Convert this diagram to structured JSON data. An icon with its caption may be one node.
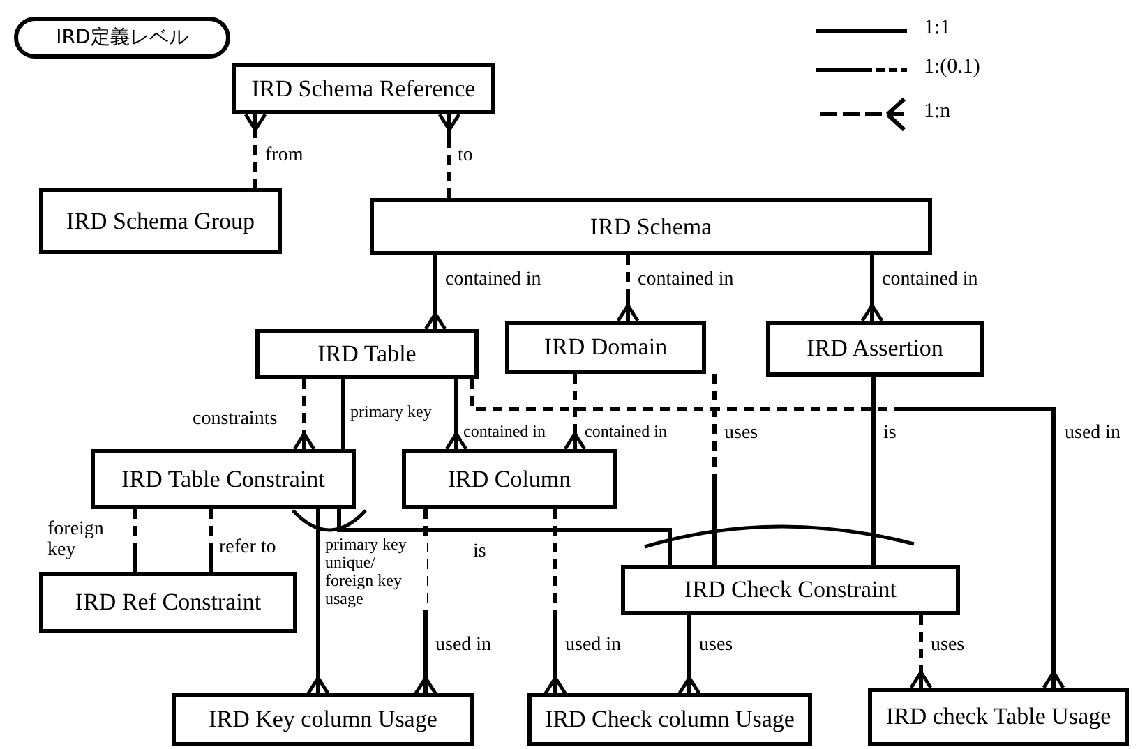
{
  "diagram": {
    "nodes": [
      {
        "text": [
          "IRD定義レベル"
        ]
      },
      {
        "text": [
          "IRD Schema Reference"
        ]
      },
      {
        "text": [
          "IRD Schema Group"
        ]
      },
      {
        "text": [
          "IRD Schema"
        ]
      },
      {
        "text": [
          "IRD Table"
        ]
      },
      {
        "text": [
          "IRD Domain"
        ]
      },
      {
        "text": [
          "IRD Assertion"
        ]
      },
      {
        "text": [
          "IRD Table Constraint"
        ]
      },
      {
        "text": [
          "IRD Column"
        ]
      },
      {
        "text": [
          "IRD Ref Constraint"
        ]
      },
      {
        "text": [
          "IRD Check Constraint"
        ]
      },
      {
        "text": [
          "IRD Key column Usage"
        ]
      },
      {
        "text": [
          "IRD Check column Usage"
        ]
      },
      {
        "text": [
          "IRD check Table Usage"
        ]
      }
    ],
    "edges": [
      {
        "from": 2,
        "to": 1,
        "arrow": "other",
        "label": "from",
        "style": "dashed"
      },
      {
        "from": 3,
        "to": 1,
        "arrow": "other",
        "label": "to",
        "style": "dashed"
      },
      {
        "from": 3,
        "to": 4,
        "arrow": "other",
        "label": "contained in"
      },
      {
        "from": 3,
        "to": 5,
        "arrow": "other",
        "label": "contained in",
        "style": "dashed"
      },
      {
        "from": 3,
        "to": 6,
        "arrow": "other",
        "label": "contained in"
      },
      {
        "from": 4,
        "to": 7,
        "arrow": "other",
        "label": "constraints",
        "style": "dashed"
      },
      {
        "from": 4,
        "to": 7,
        "arrow": "none",
        "label": "primary key"
      },
      {
        "from": 4,
        "to": 8,
        "arrow": "other",
        "label": "contained in"
      },
      {
        "from": 4,
        "to": 13,
        "arrow": "other",
        "label": "used in",
        "style": "dashed"
      },
      {
        "from": 5,
        "to": 8,
        "arrow": "other",
        "label": "contained in",
        "style": "dashed"
      },
      {
        "from": 5,
        "to": 10,
        "arrow": "none",
        "label": "uses",
        "style": "dashed"
      },
      {
        "from": 6,
        "to": 10,
        "arrow": "none",
        "label": "is"
      },
      {
        "from": 7,
        "to": 9,
        "arrow": "none",
        "label": "foreign key",
        "style": "dashed"
      },
      {
        "from": 7,
        "to": 9,
        "arrow": "none",
        "label": "refer to",
        "style": "dashed"
      },
      {
        "from": 7,
        "to": 11,
        "arrow": "other",
        "label": "primary key unique/ foreign key usage"
      },
      {
        "from": 8,
        "to": 11,
        "arrow": "other",
        "label": "used in",
        "style": "dashed"
      },
      {
        "from": 8,
        "to": 12,
        "arrow": "other",
        "label": "used in",
        "style": "dashed"
      },
      {
        "from": 10,
        "to": 12,
        "arrow": "other",
        "label": "uses"
      },
      {
        "from": 10,
        "to": 13,
        "arrow": "other",
        "label": "uses",
        "style": "dashed"
      },
      {
        "from": 7,
        "to": 10,
        "arrow": "none",
        "label": "is"
      }
    ],
    "legend": [
      {
        "text": "1:1"
      },
      {
        "text": "1:(0.1)"
      },
      {
        "text": "1:n"
      }
    ]
  }
}
